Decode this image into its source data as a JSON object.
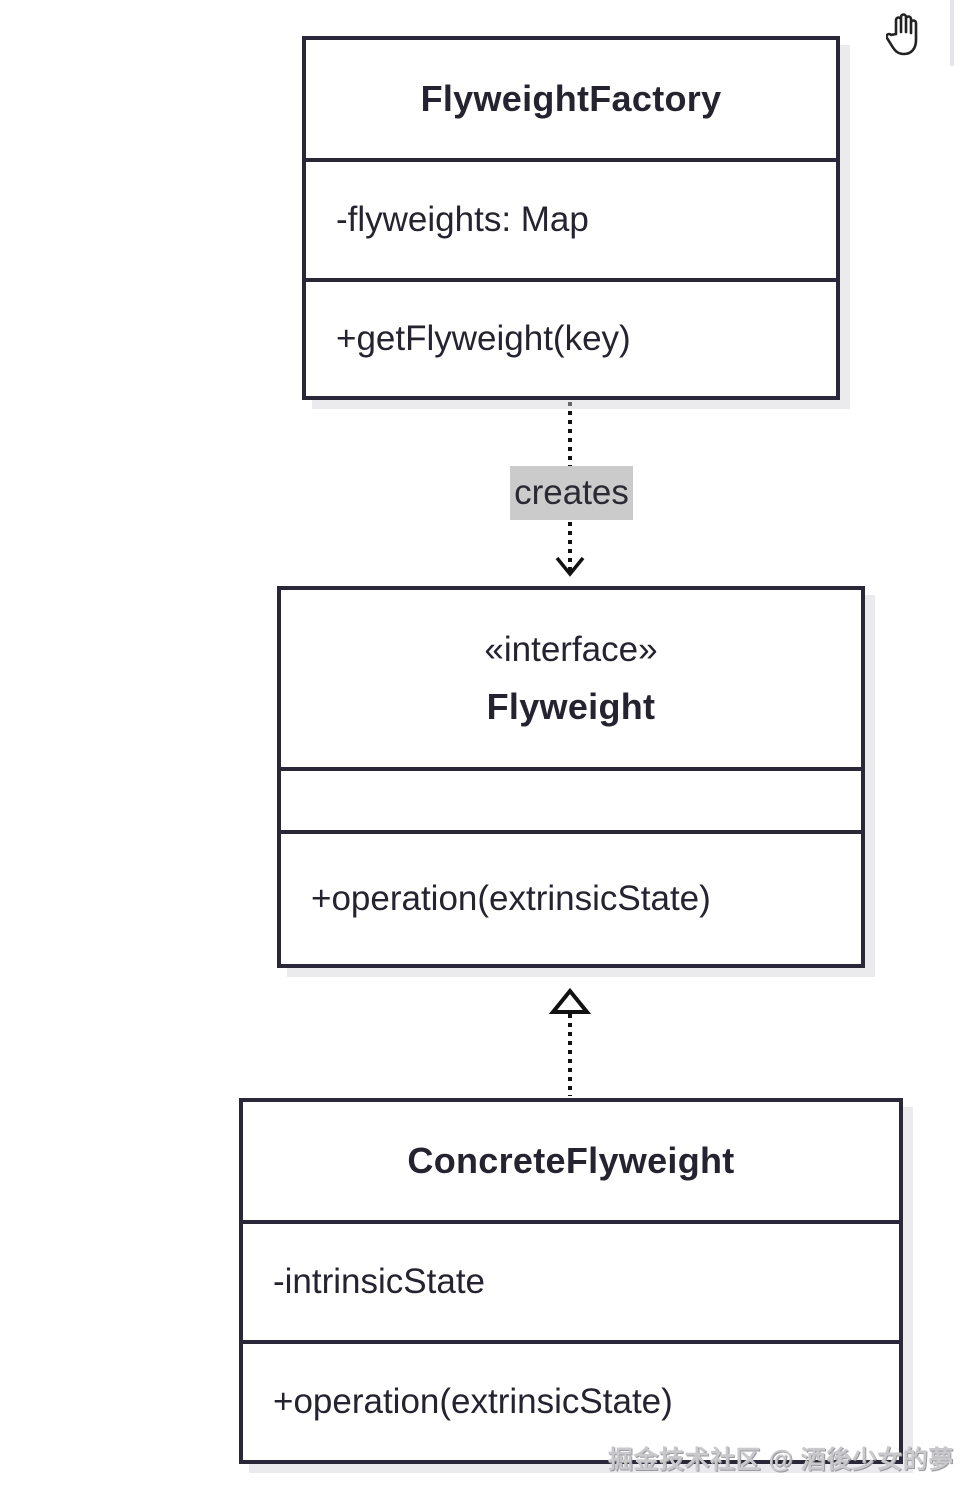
{
  "diagram": {
    "classes": {
      "factory": {
        "name": "FlyweightFactory",
        "attribute": "-flyweights: Map",
        "method": "+getFlyweight(key)"
      },
      "flyweight": {
        "stereotype": "«interface»",
        "name": "Flyweight",
        "attribute": "",
        "method": "+operation(extrinsicState)"
      },
      "concrete": {
        "name": "ConcreteFlyweight",
        "attribute": "-intrinsicState",
        "method": "+operation(extrinsicState)"
      }
    },
    "relations": [
      {
        "from": "FlyweightFactory",
        "to": "Flyweight",
        "type": "dependency",
        "label": "creates"
      },
      {
        "from": "ConcreteFlyweight",
        "to": "Flyweight",
        "type": "realization",
        "label": ""
      }
    ]
  },
  "toolbar": {
    "hand_tool_icon": "hand-icon"
  },
  "watermark": "掘金技术社区 @ 酒後少女的夢",
  "colors": {
    "stroke": "#2a2838",
    "label_background": "#cbcbcb",
    "shadow": "#d2d2d6"
  }
}
